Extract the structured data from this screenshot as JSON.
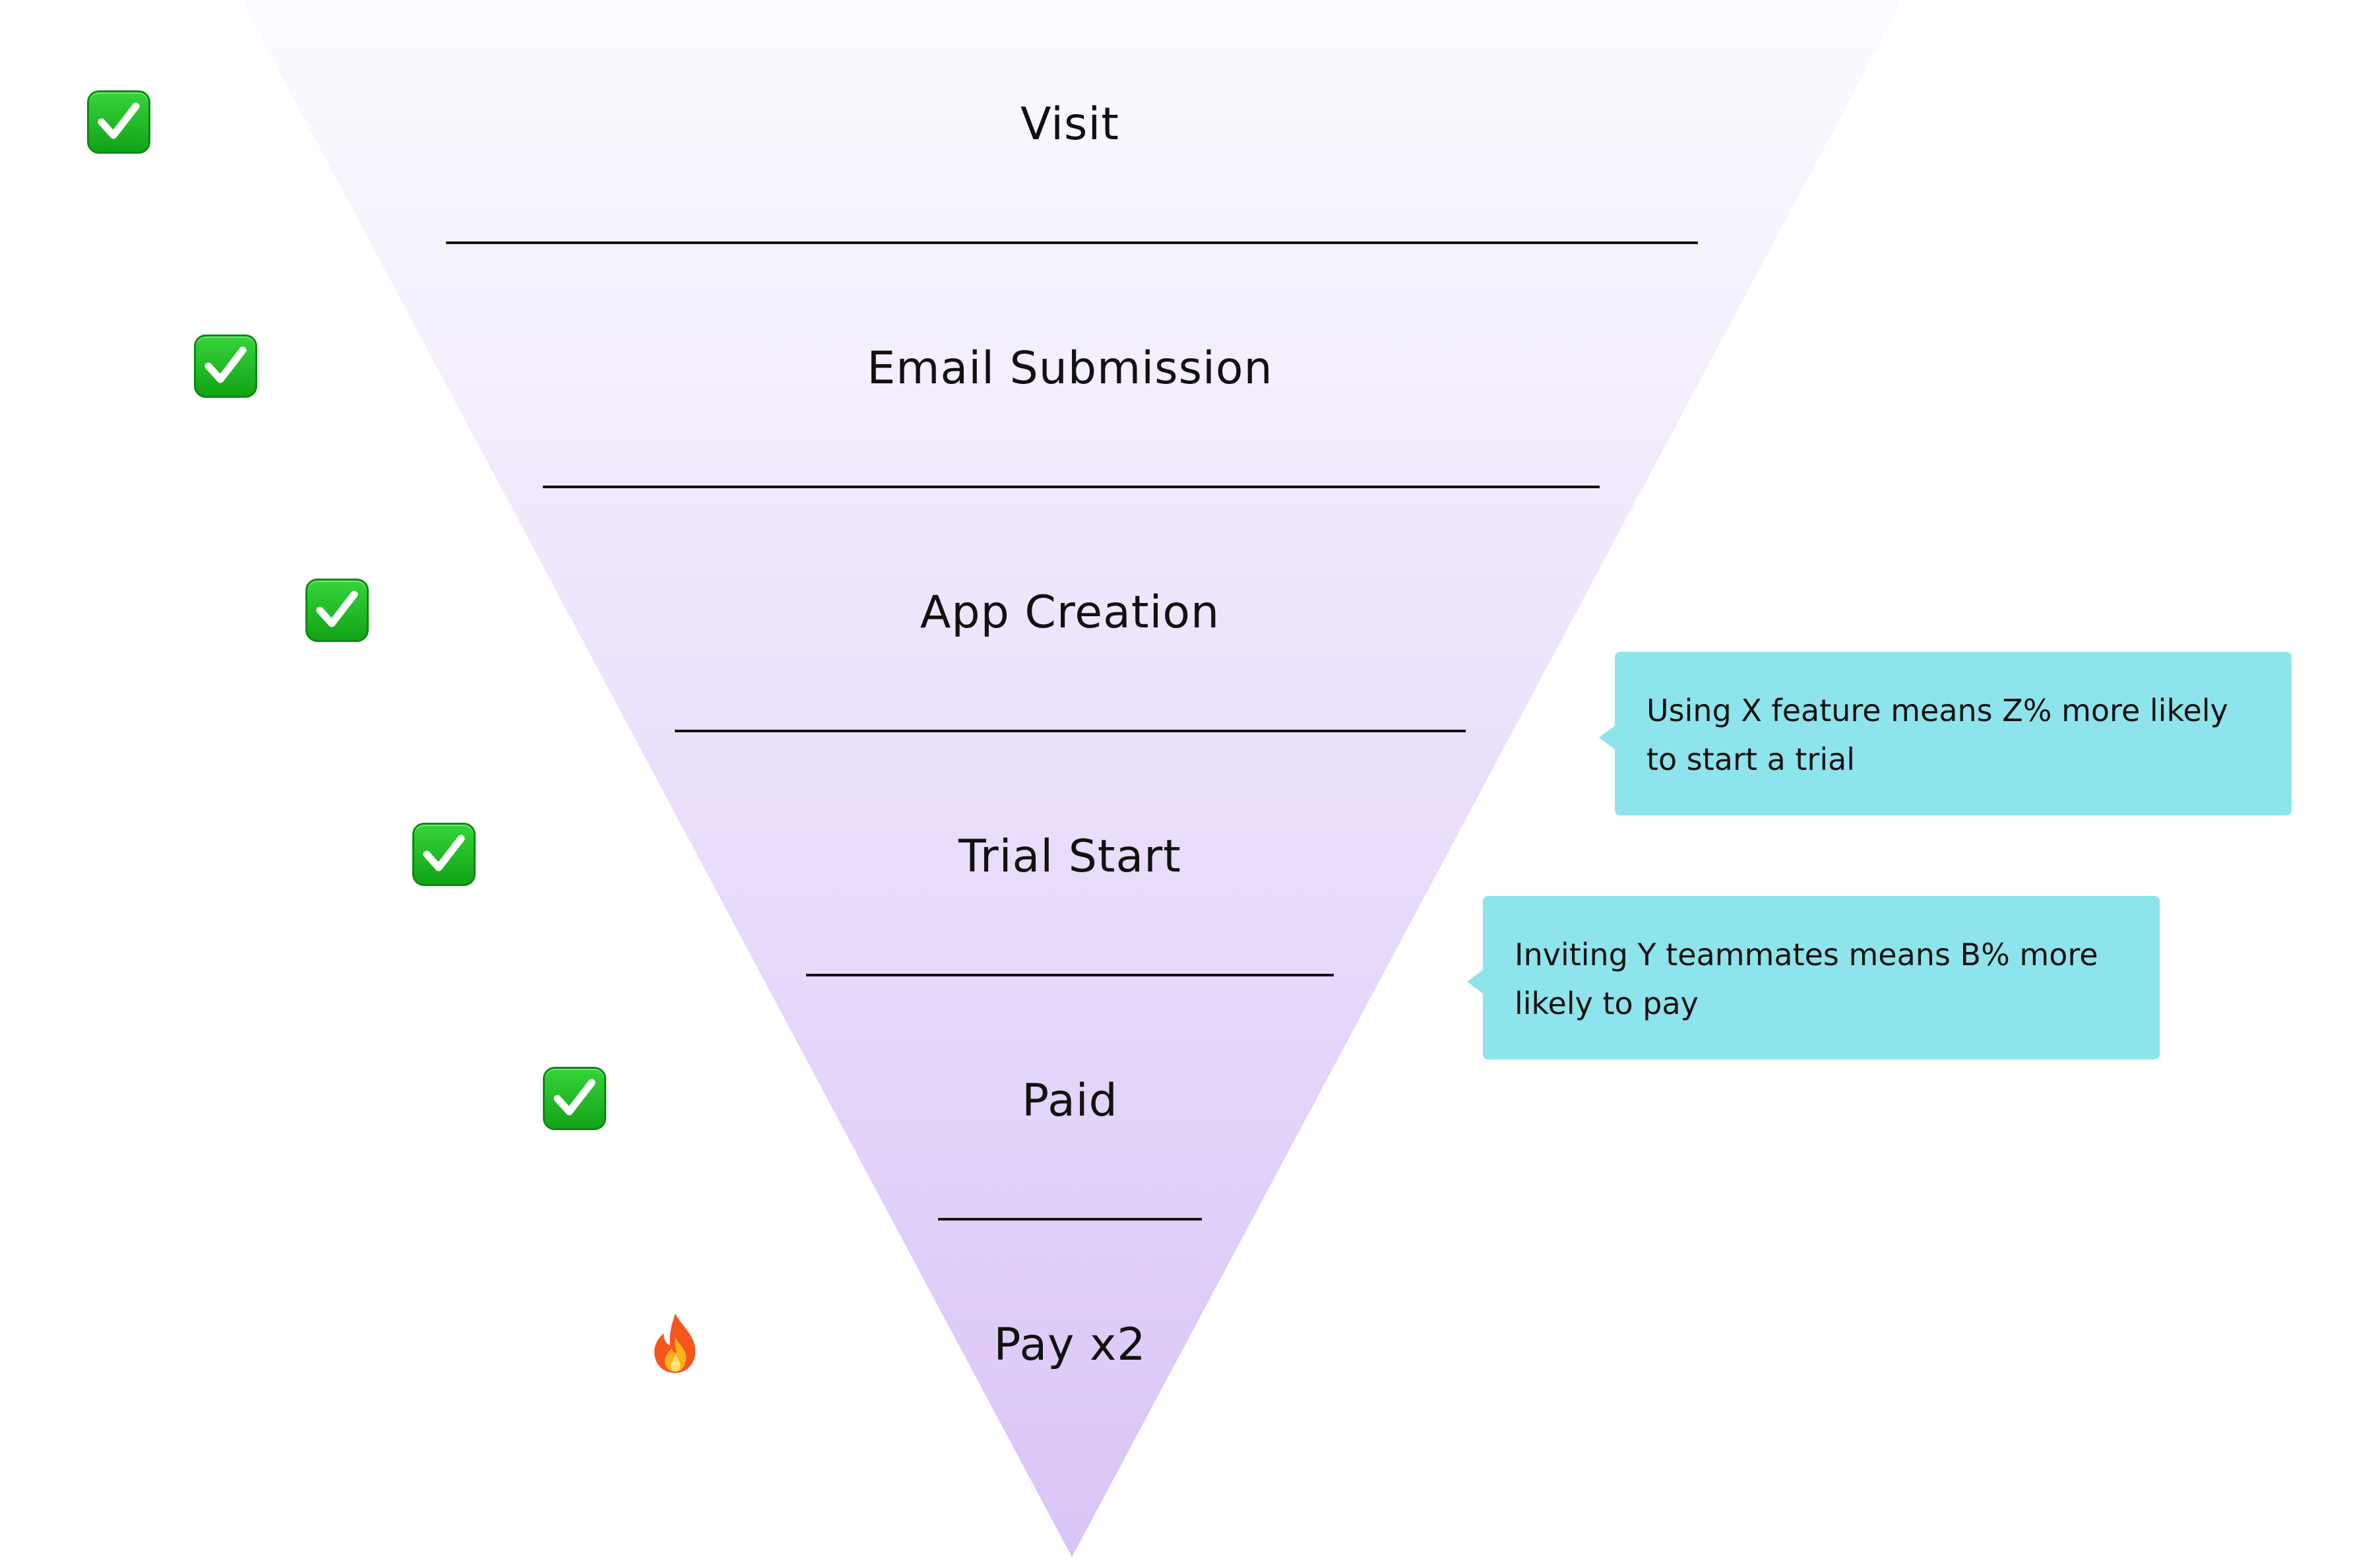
{
  "funnel": {
    "stages": [
      {
        "label": "Visit",
        "marker": "check-icon"
      },
      {
        "label": "Email Submission",
        "marker": "check-icon"
      },
      {
        "label": "App Creation",
        "marker": "check-icon"
      },
      {
        "label": "Trial Start",
        "marker": "check-icon"
      },
      {
        "label": "Paid",
        "marker": "check-icon"
      },
      {
        "label": "Pay x2",
        "marker": "fire-icon"
      }
    ],
    "gradient_top": "#fcfbff",
    "gradient_bottom": "#d9c4f7"
  },
  "callouts": [
    {
      "line1": "Using X feature means Z% more likely",
      "line2": "to start a trial"
    },
    {
      "line1": "Inviting Y teammates means B% more",
      "line2": "likely to pay"
    }
  ],
  "colors": {
    "callout_bg": "#8ee4ec",
    "check_green": "#1fb824",
    "text": "#111111"
  }
}
